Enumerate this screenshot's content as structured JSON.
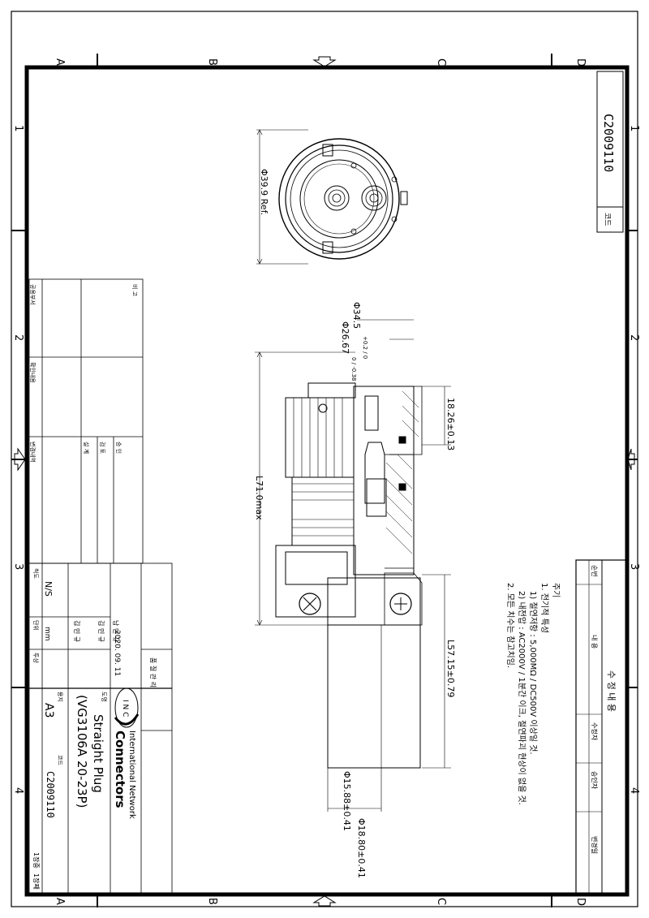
{
  "zones": {
    "letters": [
      "A",
      "B",
      "C",
      "D"
    ],
    "numbers": [
      "1",
      "2",
      "3",
      "4"
    ]
  },
  "code_box": {
    "label": "코드",
    "value": "C2009110"
  },
  "notes": {
    "heading": "주기",
    "items": [
      "1. 전기적 특성",
      "1) 절연저항 : 5,000MΩ / DC500V 이상일 것.",
      "2) 내전압 : AC2000V / 1분간 이크, 절연파괴 현상이 없을 것.",
      "2. 모든 치수는 참고치임."
    ]
  },
  "revision_table": {
    "title": "수 정 내 용",
    "columns": [
      "순번",
      "내 용",
      "수정자",
      "승인자",
      "변경일"
    ]
  },
  "dimensions": {
    "front_diameter": "Φ39.9 Ref.",
    "shell_d1": "Φ34.5",
    "shell_d1_tol": "+0.2 / 0",
    "shell_d2": "Φ26.67",
    "shell_d2_tol": "0 / -0.38",
    "flange": "18.26±0.13",
    "overall_length": "L71.0max",
    "sleeve_length": "L57.15±0.79",
    "sleeve_id": "Φ15.88±0.41",
    "sleeve_od": "Φ18.80±0.41"
  },
  "title_block": {
    "company_line1": "International Network",
    "company_line2": "Connectors",
    "logo_letters": "I N C",
    "title_label": "도명",
    "product_line1": "Straight Plug",
    "product_line2": "(VG3106A 20-23P)",
    "size_label": "용지",
    "size": "A3",
    "code_label": "코드",
    "code": "C2009110",
    "sheet": "1장중",
    "sheet_of": "1장째",
    "unit_label": "단위",
    "unit": "mm",
    "scale_label": "척도",
    "scale": "N/S",
    "projection_label": "투상",
    "date": "2020. 09. 11",
    "drawn_by": "김 민 규",
    "approved_by": "남 민 규",
    "checked_by": "김 민 규",
    "dept": "품 질 관 리"
  },
  "left_table": {
    "headers": [
      "공용부서",
      "확인내용",
      "변경내역"
    ],
    "row_labels": [
      "설 계",
      "검 토",
      "승 인"
    ],
    "bottom_label": "비 고"
  }
}
